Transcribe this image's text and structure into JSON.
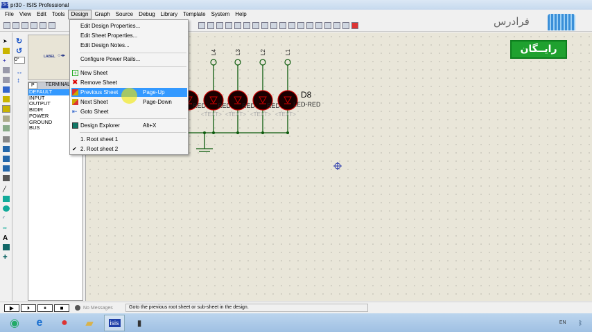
{
  "window": {
    "title": "pr30 - ISIS Professional",
    "app_icon": "ISIS"
  },
  "menubar": [
    "File",
    "View",
    "Edit",
    "Tools",
    "Design",
    "Graph",
    "Source",
    "Debug",
    "Library",
    "Template",
    "System",
    "Help"
  ],
  "design_menu": {
    "items": [
      {
        "label": "Edit Design Properties..."
      },
      {
        "label": "Edit Sheet Properties..."
      },
      {
        "label": "Edit Design Notes..."
      },
      {
        "label": "Configure Power Rails..."
      },
      {
        "label": "New Sheet",
        "icon": "new-sheet-icon"
      },
      {
        "label": "Remove Sheet",
        "icon": "remove-sheet-icon"
      },
      {
        "label": "Previous Sheet",
        "shortcut": "Page-Up",
        "icon": "previous-sheet-icon",
        "highlighted": true
      },
      {
        "label": "Next Sheet",
        "shortcut": "Page-Down",
        "icon": "next-sheet-icon"
      },
      {
        "label": "Goto Sheet",
        "icon": "goto-sheet-icon"
      },
      {
        "label": "Design Explorer",
        "shortcut": "Alt+X",
        "icon": "design-explorer-icon"
      },
      {
        "label": "1. Root sheet 1"
      },
      {
        "label": "2. Root sheet 2",
        "checked": true
      }
    ]
  },
  "sidebar": {
    "rotation": "0°",
    "overview_label": "LABEL",
    "list_tab": "P",
    "list_header": "TERMINALS",
    "terminals": [
      "DEFAULT",
      "INPUT",
      "OUTPUT",
      "BIDIR",
      "POWER",
      "GROUND",
      "BUS"
    ],
    "selected": "DEFAULT"
  },
  "schematic": {
    "pins": [
      "L4",
      "L3",
      "L2",
      "L1"
    ],
    "component_ref": "D8",
    "component_value": "LED-RED",
    "text_placeholder": "<TEXT>",
    "led_value_partial": "RED"
  },
  "statusbar": {
    "messages": "No Messages",
    "hint": "Goto the previous root sheet or sub-sheet in the design."
  },
  "taskbar": {
    "language": "EN",
    "isis_label": "isis"
  },
  "watermark": {
    "brand": "فرادرس",
    "badge": "رایــگان"
  },
  "colors": {
    "led": "#d00000",
    "wire": "#0b5a0b",
    "menu_highlight": "#3399ff",
    "badge": "#1fa12f"
  }
}
